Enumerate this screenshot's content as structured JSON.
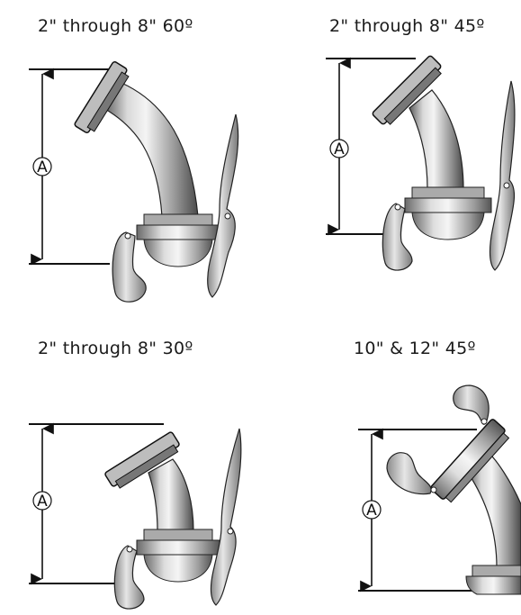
{
  "panels": [
    {
      "title": "2\" through 8\" 60º",
      "dim_label": "A"
    },
    {
      "title": "2\" through 8\" 45º",
      "dim_label": "A"
    },
    {
      "title": "2\" through 8\" 30º",
      "dim_label": "A"
    },
    {
      "title": "10\" & 12\" 45º",
      "dim_label": "A"
    }
  ]
}
